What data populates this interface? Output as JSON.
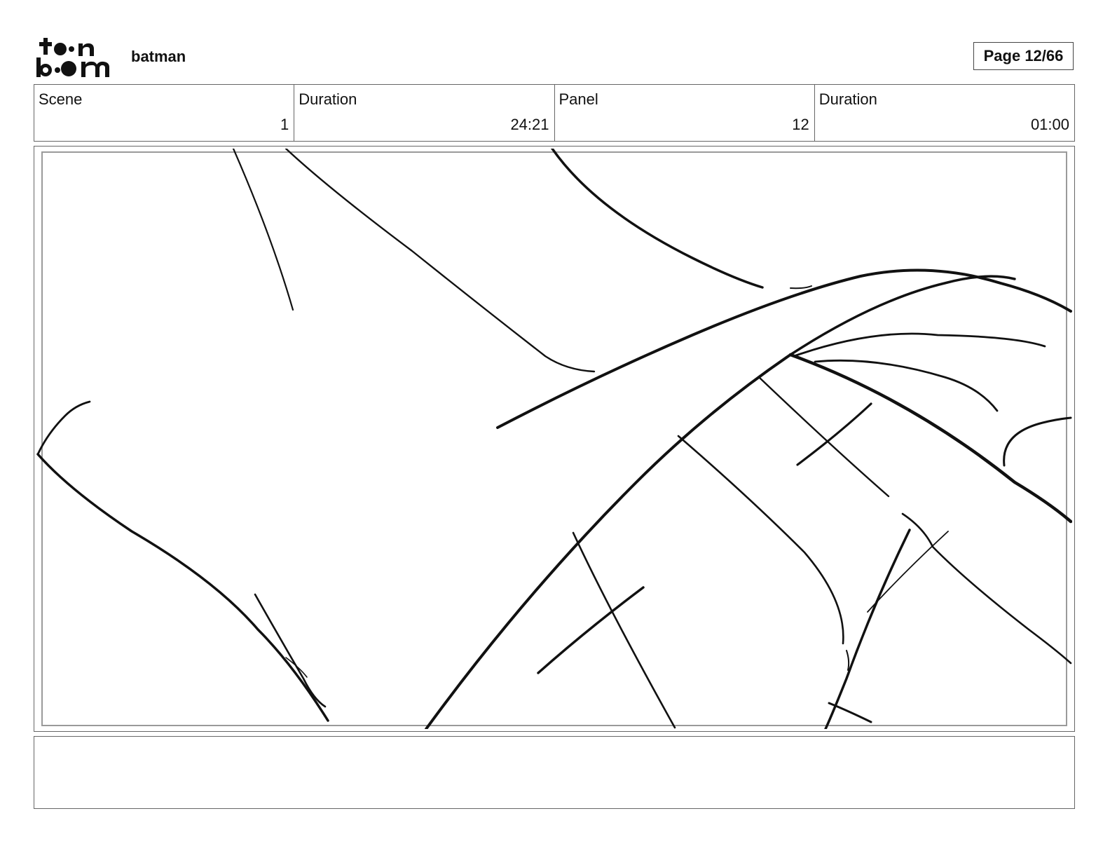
{
  "header": {
    "project_title": "batman",
    "page_label": "Page 12/66"
  },
  "info": {
    "scene_label": "Scene",
    "scene_value": "1",
    "scene_duration_label": "Duration",
    "scene_duration_value": "24:21",
    "panel_label": "Panel",
    "panel_value": "12",
    "panel_duration_label": "Duration",
    "panel_duration_value": "01:00"
  },
  "notes": {
    "text": ""
  },
  "colors": {
    "ink": "#111111",
    "frame": "#666666"
  }
}
